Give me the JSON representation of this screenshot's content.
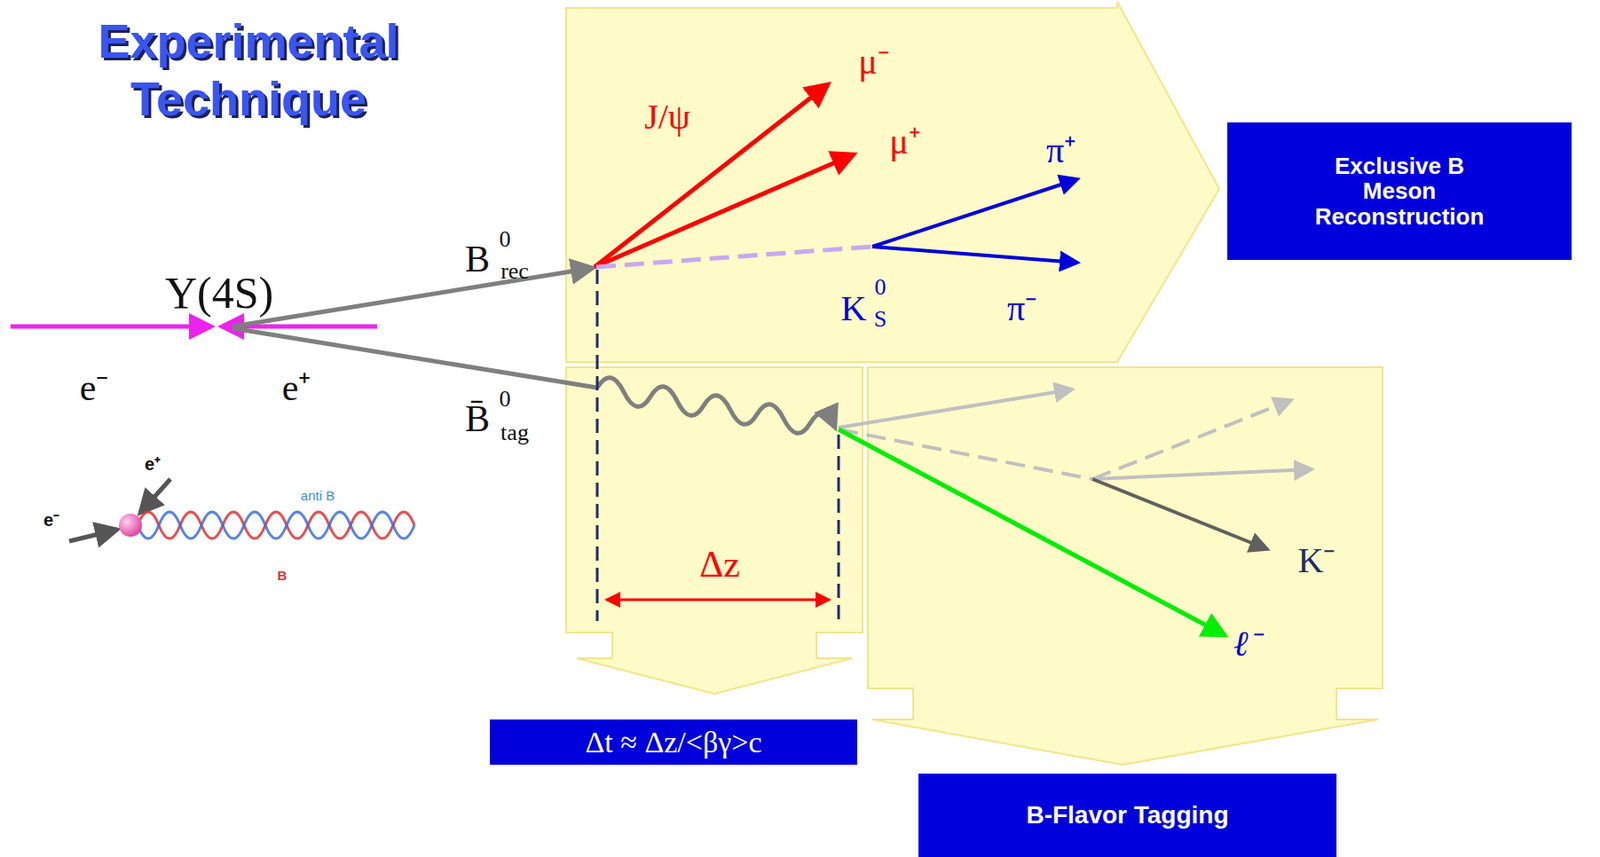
{
  "diagram": {
    "title": "Experimental Technique",
    "nodes": [
      {
        "text": [
          "Exclusive B Meson Reconstruction"
        ]
      },
      {
        "text": [
          "Δt ≈ Δz/<βγ>c"
        ]
      },
      {
        "text": [
          "B-Flavor Tagging"
        ]
      }
    ],
    "labels": [
      "Υ(4S)",
      "B",
      "0",
      "rec",
      "J/ψ",
      "μ⁻",
      "μ⁺",
      "π⁺",
      "K",
      "0",
      "S",
      "π⁻",
      "e⁻",
      "e⁺",
      "B̄",
      "0",
      "tag",
      "e⁺",
      "e⁻",
      "anti B",
      "B",
      "Δz",
      "K⁻",
      "ℓ⁻"
    ]
  }
}
